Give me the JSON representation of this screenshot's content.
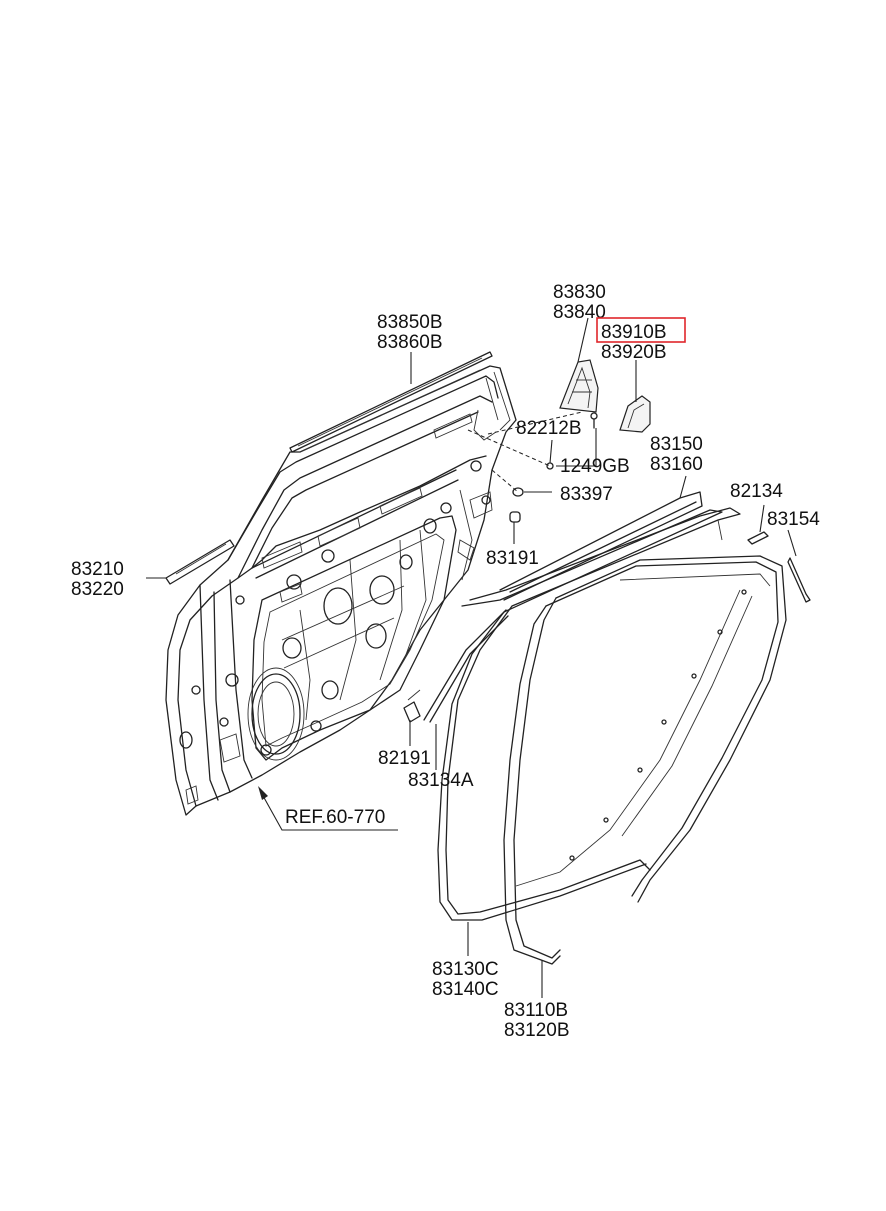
{
  "labels": {
    "p83850B": "83850B",
    "p83860B": "83860B",
    "p83830": "83830",
    "p83840": "83840",
    "p83910B": "83910B",
    "p83920B": "83920B",
    "p82212B": "82212B",
    "p1249GB": "1249GB",
    "p83397": "83397",
    "p83191": "83191",
    "p83150": "83150",
    "p83160": "83160",
    "p82134": "82134",
    "p83154": "83154",
    "p83210": "83210",
    "p83220": "83220",
    "p82191": "82191",
    "p83134A": "83134A",
    "ref": "REF.60-770",
    "p83130C": "83130C",
    "p83140C": "83140C",
    "p83110B": "83110B",
    "p83120B": "83120B"
  },
  "colors": {
    "highlight": "#e0262b",
    "line": "#222222"
  }
}
